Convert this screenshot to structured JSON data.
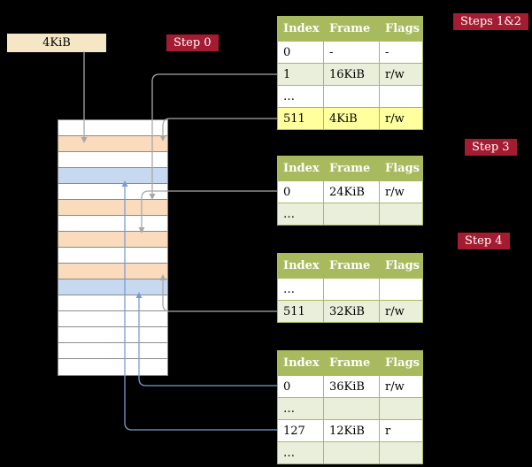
{
  "colors": {
    "background": "#000000",
    "badge": "#a41c31",
    "table_header": "#a7ba5e",
    "row_green": "#e9efda",
    "row_yellow": "#ffff9e",
    "cell_peach": "#fadcbc",
    "cell_blue": "#c6d9f0",
    "arrow_gray": "#a8a8a8",
    "arrow_blue": "#7a9cd4",
    "frame_box": "#f5e7c6"
  },
  "frame_box": {
    "label": "4KiB"
  },
  "badges": [
    {
      "id": "step0",
      "label": "Step 0"
    },
    {
      "id": "steps12",
      "label": "Steps 1&2"
    },
    {
      "id": "step3",
      "label": "Step 3"
    },
    {
      "id": "step4",
      "label": "Step 4"
    }
  ],
  "memory_column": {
    "cells": [
      "white",
      "peach",
      "white",
      "blue",
      "white",
      "peach",
      "white",
      "peach",
      "white",
      "peach",
      "blue",
      "white",
      "white",
      "white",
      "white",
      "white"
    ]
  },
  "tables": [
    {
      "id": "page-table-steps12",
      "headers": [
        "Index",
        "Frame",
        "Flags"
      ],
      "rows": [
        {
          "bg": "white",
          "cells": [
            "0",
            "-",
            "-"
          ]
        },
        {
          "bg": "green",
          "cells": [
            "1",
            "16KiB",
            "r/w"
          ]
        },
        {
          "bg": "white",
          "cells": [
            "…",
            "",
            ""
          ]
        },
        {
          "bg": "yellow",
          "cells": [
            "511",
            "4KiB",
            "r/w"
          ]
        }
      ]
    },
    {
      "id": "page-table-step3",
      "headers": [
        "Index",
        "Frame",
        "Flags"
      ],
      "rows": [
        {
          "bg": "white",
          "cells": [
            "0",
            "24KiB",
            "r/w"
          ]
        },
        {
          "bg": "green",
          "cells": [
            "…",
            "",
            ""
          ]
        }
      ]
    },
    {
      "id": "page-table-step4",
      "headers": [
        "Index",
        "Frame",
        "Flags"
      ],
      "rows": [
        {
          "bg": "white",
          "cells": [
            "…",
            "",
            ""
          ]
        },
        {
          "bg": "green",
          "cells": [
            "511",
            "32KiB",
            "r/w"
          ]
        }
      ]
    },
    {
      "id": "page-table-final",
      "headers": [
        "Index",
        "Frame",
        "Flags"
      ],
      "rows": [
        {
          "bg": "white",
          "cells": [
            "0",
            "36KiB",
            "r/w"
          ]
        },
        {
          "bg": "green",
          "cells": [
            "…",
            "",
            ""
          ]
        },
        {
          "bg": "white",
          "cells": [
            "127",
            "12KiB",
            "r"
          ]
        },
        {
          "bg": "green",
          "cells": [
            "…",
            "",
            ""
          ]
        }
      ]
    }
  ]
}
